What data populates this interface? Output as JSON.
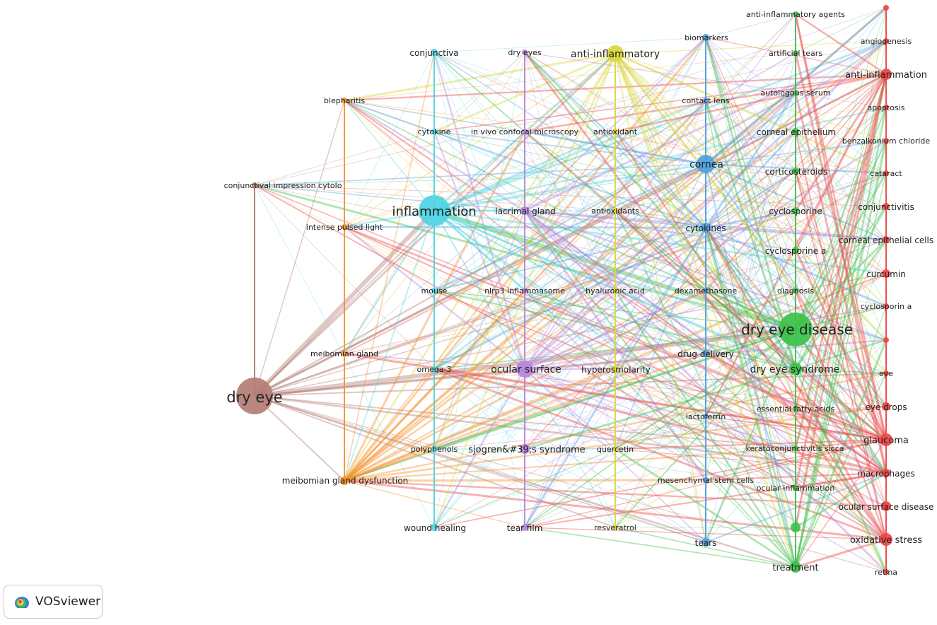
{
  "colors": {
    "brown": "#b37d74",
    "orange": "#f7922a",
    "cyan": "#4dd5e3",
    "purple": "#b784dd",
    "yellow": "#d9d73c",
    "blue": "#4f9fe0",
    "green": "#3cc24a",
    "red": "#ee4646"
  },
  "logo": {
    "text": "VOSviewer"
  },
  "nodes": [
    {
      "label": "dry eye",
      "cluster": "brown",
      "size": 26,
      "fontSize": 21
    },
    {
      "label": "conjunctival impression cytolo",
      "cluster": "brown",
      "size": 4,
      "fontSize": 11
    },
    {
      "label": "blepharitis",
      "cluster": "orange",
      "size": 4,
      "fontSize": 11
    },
    {
      "label": "intense pulsed light",
      "cluster": "orange",
      "size": 4,
      "fontSize": 11
    },
    {
      "label": "meibomian gland",
      "cluster": "orange",
      "size": 4,
      "fontSize": 11
    },
    {
      "label": "meibomian gland dysfunction",
      "cluster": "orange",
      "size": 6,
      "fontSize": 12
    },
    {
      "label": "conjunctiva",
      "cluster": "cyan",
      "size": 5,
      "fontSize": 12
    },
    {
      "label": "cytokine",
      "cluster": "cyan",
      "size": 4,
      "fontSize": 11
    },
    {
      "label": "inflammation",
      "cluster": "cyan",
      "size": 22,
      "fontSize": 18
    },
    {
      "label": "mouse",
      "cluster": "cyan",
      "size": 4,
      "fontSize": 11
    },
    {
      "label": "omega-3",
      "cluster": "cyan",
      "size": 4,
      "fontSize": 11
    },
    {
      "label": "polyphenols",
      "cluster": "cyan",
      "size": 4,
      "fontSize": 11
    },
    {
      "label": "wound healing",
      "cluster": "cyan",
      "size": 5,
      "fontSize": 12
    },
    {
      "label": "dry eyes",
      "cluster": "purple",
      "size": 4,
      "fontSize": 11
    },
    {
      "label": "in vivo confocal microscopy",
      "cluster": "purple",
      "size": 4,
      "fontSize": 11
    },
    {
      "label": "lacrimal gland",
      "cluster": "purple",
      "size": 6,
      "fontSize": 12
    },
    {
      "label": "nlrp3 inflammasome",
      "cluster": "purple",
      "size": 4,
      "fontSize": 11
    },
    {
      "label": "ocular surface",
      "cluster": "purple",
      "size": 12,
      "fontSize": 14
    },
    {
      "label": "sjogren&#39;s syndrome",
      "cluster": "purple",
      "size": 7,
      "fontSize": 13
    },
    {
      "label": "tear film",
      "cluster": "purple",
      "size": 5,
      "fontSize": 12
    },
    {
      "label": "anti-inflammatory",
      "cluster": "yellow",
      "size": 12,
      "fontSize": 14
    },
    {
      "label": "antioxidant",
      "cluster": "yellow",
      "size": 4,
      "fontSize": 11
    },
    {
      "label": "antioxidants",
      "cluster": "yellow",
      "size": 4,
      "fontSize": 11
    },
    {
      "label": "hyaluronic acid",
      "cluster": "yellow",
      "size": 4,
      "fontSize": 11
    },
    {
      "label": "hyperosmolarity",
      "cluster": "yellow",
      "size": 5,
      "fontSize": 12
    },
    {
      "label": "quercetin",
      "cluster": "yellow",
      "size": 4,
      "fontSize": 11
    },
    {
      "label": "resveratrol",
      "cluster": "yellow",
      "size": 4,
      "fontSize": 11
    },
    {
      "label": "biomarkers",
      "cluster": "blue",
      "size": 5,
      "fontSize": 11
    },
    {
      "label": "contact lens",
      "cluster": "blue",
      "size": 4,
      "fontSize": 11
    },
    {
      "label": "cornea",
      "cluster": "blue",
      "size": 13,
      "fontSize": 14
    },
    {
      "label": "cytokines",
      "cluster": "blue",
      "size": 7,
      "fontSize": 12
    },
    {
      "label": "dexamethasone",
      "cluster": "blue",
      "size": 4,
      "fontSize": 11
    },
    {
      "label": "drug delivery",
      "cluster": "blue",
      "size": 5,
      "fontSize": 12
    },
    {
      "label": "lactoferrin",
      "cluster": "blue",
      "size": 4,
      "fontSize": 11
    },
    {
      "label": "mesenchymal stem cells",
      "cluster": "blue",
      "size": 4,
      "fontSize": 11
    },
    {
      "label": "tears",
      "cluster": "blue",
      "size": 6,
      "fontSize": 12
    },
    {
      "label": "anti-inflammatory agents",
      "cluster": "green",
      "size": 4,
      "fontSize": 11
    },
    {
      "label": "artificial tears",
      "cluster": "green",
      "size": 4,
      "fontSize": 11
    },
    {
      "label": "autologous serum",
      "cluster": "green",
      "size": 4,
      "fontSize": 11
    },
    {
      "label": "corneal epithelium",
      "cluster": "green",
      "size": 5,
      "fontSize": 12
    },
    {
      "label": "corticosteroids",
      "cluster": "green",
      "size": 5,
      "fontSize": 12
    },
    {
      "label": "cyclosporine",
      "cluster": "green",
      "size": 5,
      "fontSize": 12
    },
    {
      "label": "cyclosporine a",
      "cluster": "green",
      "size": 5,
      "fontSize": 12
    },
    {
      "label": "diagnosis",
      "cluster": "green",
      "size": 4,
      "fontSize": 11
    },
    {
      "label": "dry eye disease",
      "cluster": "green",
      "size": 24,
      "fontSize": 20
    },
    {
      "label": "dry eye syndrome",
      "cluster": "green",
      "size": 9,
      "fontSize": 14
    },
    {
      "label": "essential fatty acids",
      "cluster": "green",
      "size": 4,
      "fontSize": 11
    },
    {
      "label": "keratoconjunctivitis sicca",
      "cluster": "green",
      "size": 4,
      "fontSize": 11
    },
    {
      "label": "ocular inflammation",
      "cluster": "green",
      "size": 4,
      "fontSize": 11
    },
    {
      "label": "",
      "cluster": "green",
      "size": 7,
      "fontSize": 11
    },
    {
      "label": "treatment",
      "cluster": "green",
      "size": 8,
      "fontSize": 13
    },
    {
      "label": "",
      "cluster": "red",
      "size": 4,
      "fontSize": 11
    },
    {
      "label": "angiogenesis",
      "cluster": "red",
      "size": 4,
      "fontSize": 11
    },
    {
      "label": "anti-inflammation",
      "cluster": "red",
      "size": 8,
      "fontSize": 13
    },
    {
      "label": "apoptosis",
      "cluster": "red",
      "size": 4,
      "fontSize": 11
    },
    {
      "label": "benzalkonium chloride",
      "cluster": "red",
      "size": 4,
      "fontSize": 11
    },
    {
      "label": "cataract",
      "cluster": "red",
      "size": 4,
      "fontSize": 11
    },
    {
      "label": "conjunctivitis",
      "cluster": "red",
      "size": 5,
      "fontSize": 12
    },
    {
      "label": "corneal epithelial cells",
      "cluster": "red",
      "size": 5,
      "fontSize": 12
    },
    {
      "label": "curcumin",
      "cluster": "red",
      "size": 6,
      "fontSize": 12
    },
    {
      "label": "cyclosporin a",
      "cluster": "red",
      "size": 4,
      "fontSize": 11
    },
    {
      "label": "",
      "cluster": "red",
      "size": 4,
      "fontSize": 11
    },
    {
      "label": "eye",
      "cluster": "red",
      "size": 4,
      "fontSize": 11
    },
    {
      "label": "eye drops",
      "cluster": "red",
      "size": 6,
      "fontSize": 12
    },
    {
      "label": "glaucoma",
      "cluster": "red",
      "size": 9,
      "fontSize": 13
    },
    {
      "label": "macrophages",
      "cluster": "red",
      "size": 6,
      "fontSize": 12
    },
    {
      "label": "ocular surface disease",
      "cluster": "red",
      "size": 7,
      "fontSize": 12
    },
    {
      "label": "oxidative stress",
      "cluster": "red",
      "size": 9,
      "fontSize": 13
    },
    {
      "label": "retina",
      "cluster": "red",
      "size": 4,
      "fontSize": 11
    }
  ]
}
